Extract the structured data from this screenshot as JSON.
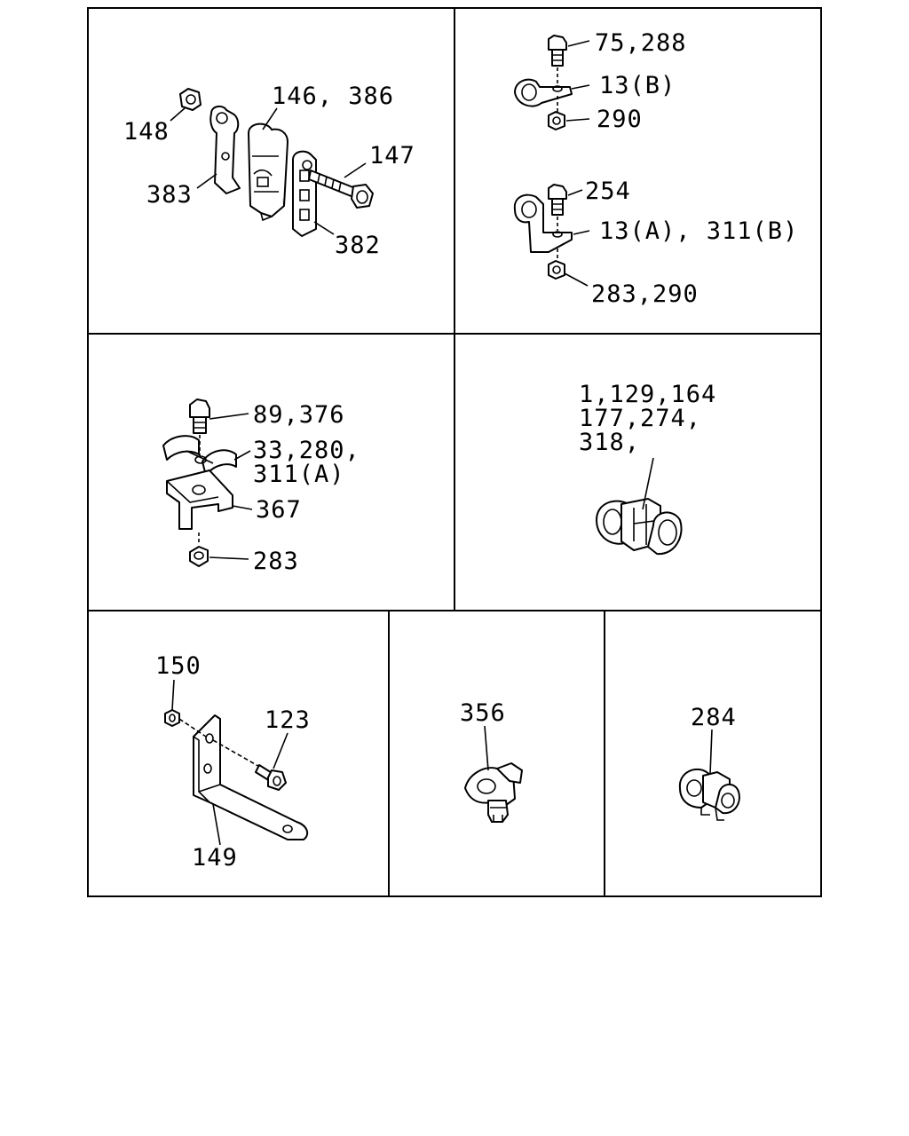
{
  "labels": {
    "p1_148": "148",
    "p1_146_386": "146, 386",
    "p1_147": "147",
    "p1_383": "383",
    "p1_382": "382",
    "p2_75_288": "75,288",
    "p2_13b": "13(B)",
    "p2_290": "290",
    "p2_254": "254",
    "p2_13a_311b": "13(A), 311(B)",
    "p2_283_290": "283,290",
    "p3_89_376": "89,376",
    "p3_33_280": "33,280,",
    "p3_311a": "311(A)",
    "p3_367": "367",
    "p3_283": "283",
    "p4_line1": "1,129,164",
    "p4_line2": "177,274,",
    "p4_line3": "318,",
    "p5_150": "150",
    "p5_123": "123",
    "p5_149": "149",
    "p6_356": "356",
    "p7_284": "284"
  }
}
